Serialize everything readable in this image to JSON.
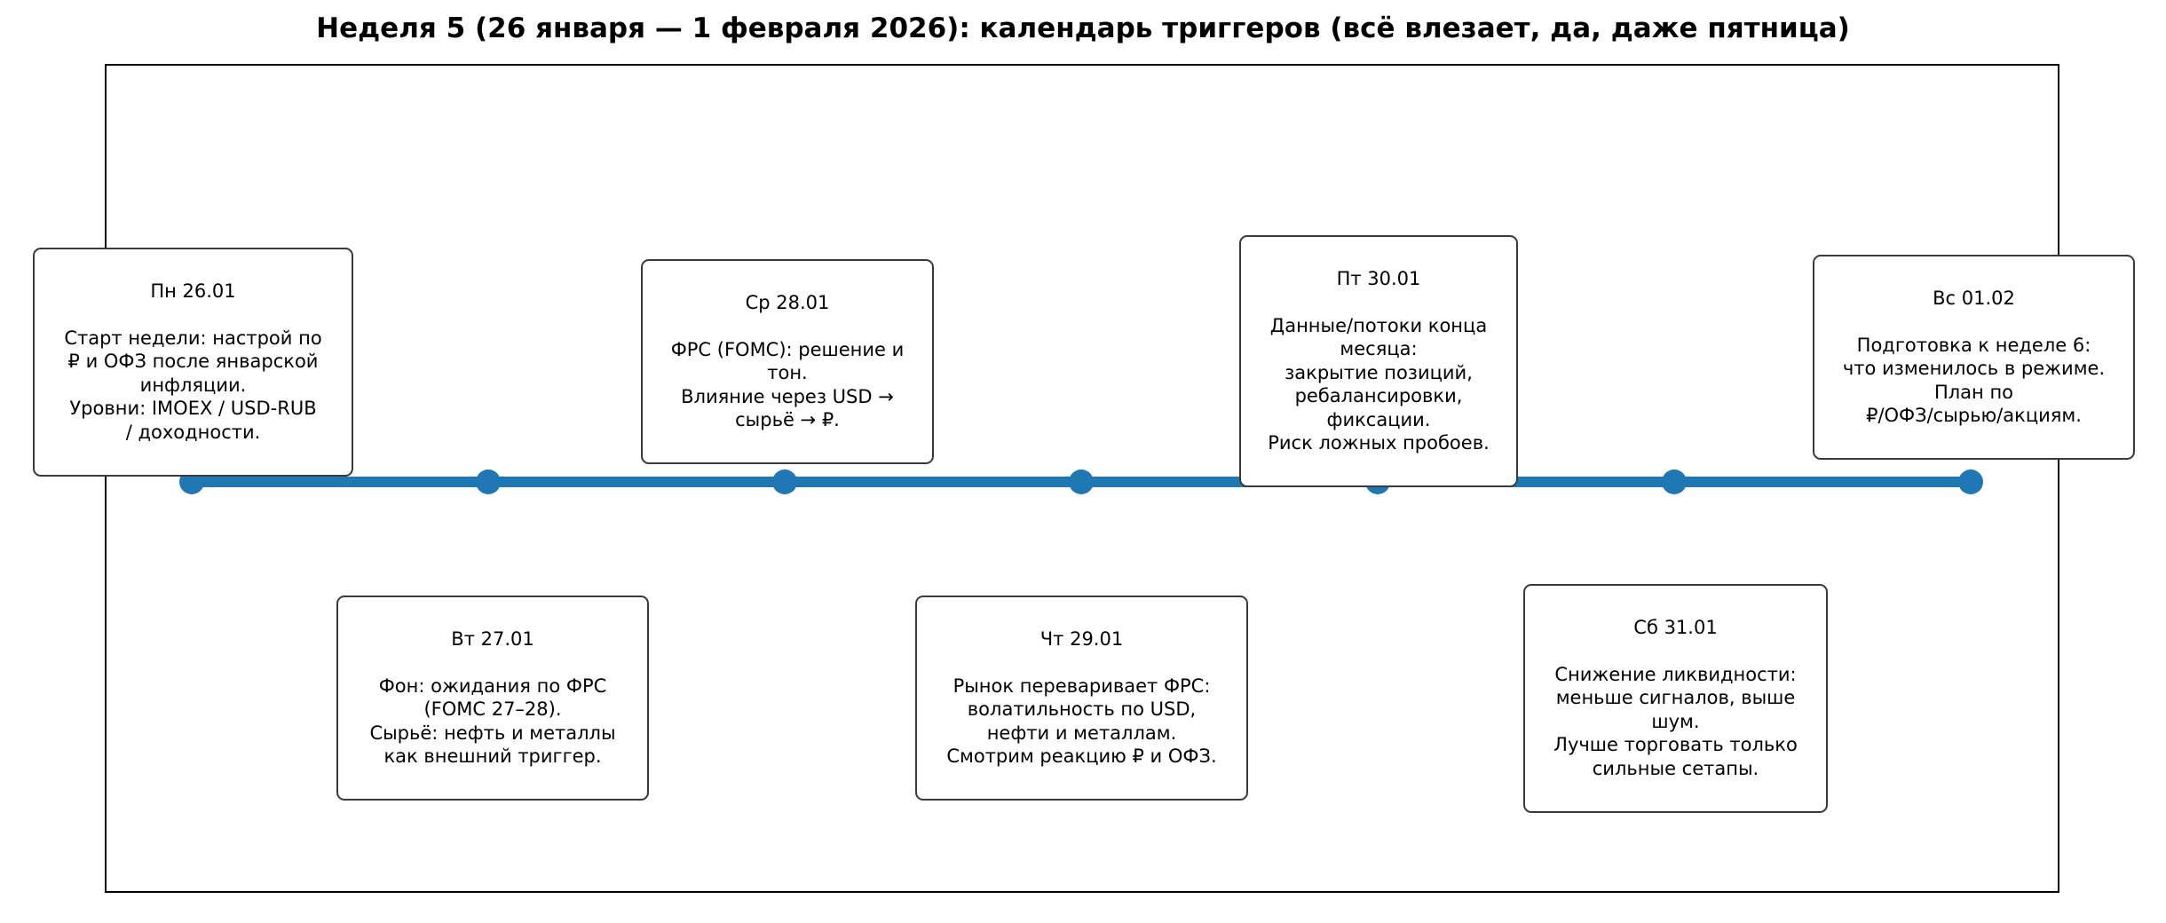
{
  "chart_data": {
    "type": "timeline",
    "title": "Неделя 5 (26 января — 1 февраля 2026): календарь триггеров (всё влезает, да, даже пятница)",
    "xlabel": "",
    "ylabel": "",
    "grid": false,
    "legend": null,
    "accent_color": "#1f77b4",
    "box_edge_color": "#3a3a3a",
    "background_color": "#ffffff",
    "marker_count": 7,
    "x": [
      1,
      2,
      3,
      4,
      5,
      6,
      7
    ],
    "categories": [
      "Пн 26.01",
      "Вт 27.01",
      "Ср 28.01",
      "Чт 29.01",
      "Пт 30.01",
      "Сб 31.01",
      "Вс 01.02"
    ],
    "events": [
      {
        "date": "Пн 26.01",
        "text": "Старт недели: настрой по ₽ и ОФЗ после январской инфляции.\nУровни: IMOEX / USD-RUB / доходности.",
        "side": "above"
      },
      {
        "date": "Вт 27.01",
        "text": "Фон: ожидания по ФРС (FOMC 27–28).\nСырьё: нефть и металлы как внешний триггер.",
        "side": "below"
      },
      {
        "date": "Ср 28.01",
        "text": "ФРС (FOMC): решение и тон.\nВлияние через USD → сырьё → ₽.",
        "side": "above"
      },
      {
        "date": "Чт 29.01",
        "text": "Рынок переваривает ФРС: волатильность по USD, нефти и металлам.\nСмотрим реакцию ₽ и ОФЗ.",
        "side": "below"
      },
      {
        "date": "Пт 30.01",
        "text": "Данные/потоки конца месяца:\nзакрытие позиций, ребалансировки, фиксации.\nРиск ложных пробоев.",
        "side": "above"
      },
      {
        "date": "Сб 31.01",
        "text": "Снижение ликвидности: меньше сигналов, выше шум.\nЛучше торговать только сильные сетапы.",
        "side": "below"
      },
      {
        "date": "Вс 01.02",
        "text": "Подготовка к неделе 6: что изменилось в режиме.\nПлан по ₽/ОФЗ/сырью/акциям.",
        "side": "above"
      }
    ]
  },
  "callouts": {
    "mon": {
      "date": "Пн 26.01",
      "body": "Старт недели: настрой по\n₽ и ОФЗ после январской\nинфляции.\nУровни: IMOEX / USD-RUB\n/ доходности."
    },
    "tue": {
      "date": "Вт 27.01",
      "body": "Фон: ожидания по ФРС\n(FOMC 27–28).\nСырьё: нефть и металлы\nкак внешний триггер."
    },
    "wed": {
      "date": "Ср 28.01",
      "body": "ФРС (FOMC): решение и\nтон.\nВлияние через USD →\nсырьё → ₽."
    },
    "thu": {
      "date": "Чт 29.01",
      "body": "Рынок переваривает ФРС:\nволатильность по USD,\nнефти и металлам.\nСмотрим реакцию ₽ и ОФЗ."
    },
    "fri": {
      "date": "Пт 30.01",
      "body": "Данные/потоки конца\nмесяца:\nзакрытие позиций,\nребалансировки,\nфиксации.\nРиск ложных пробоев."
    },
    "sat": {
      "date": "Сб 31.01",
      "body": "Снижение ликвидности:\nменьше сигналов, выше\nшум.\nЛучше торговать только\nсильные сетапы."
    },
    "sun": {
      "date": "Вс 01.02",
      "body": "Подготовка к неделе 6:\nчто изменилось в режиме.\nПлан по\n₽/ОФЗ/сырью/акциям."
    }
  }
}
